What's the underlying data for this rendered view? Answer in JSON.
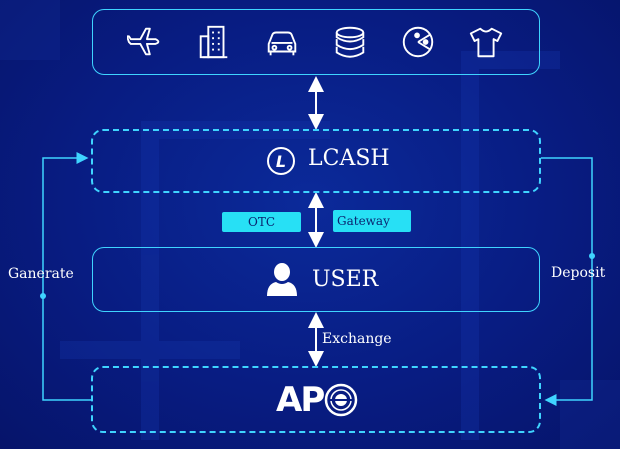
{
  "diagram": {
    "top_icons": [
      {
        "icon": "airplane-icon"
      },
      {
        "icon": "building-icon"
      },
      {
        "icon": "car-icon"
      },
      {
        "icon": "coin-stack-icon"
      },
      {
        "icon": "pacman-icon"
      },
      {
        "icon": "tshirt-icon"
      }
    ],
    "lcash": {
      "label": "LCASH",
      "logo_letter": "L"
    },
    "otc_label": "OTC",
    "gateway_label": "Gateway",
    "user": {
      "label": "USER"
    },
    "exchange_label": "Exchange",
    "generate_label": "Ganerate",
    "deposit_label": "Deposit",
    "ap_logo_text": "AP"
  },
  "colors": {
    "background": "#081c82",
    "accent": "#3fd4ff",
    "pill": "#27e0f5",
    "text": "#ffffff"
  }
}
